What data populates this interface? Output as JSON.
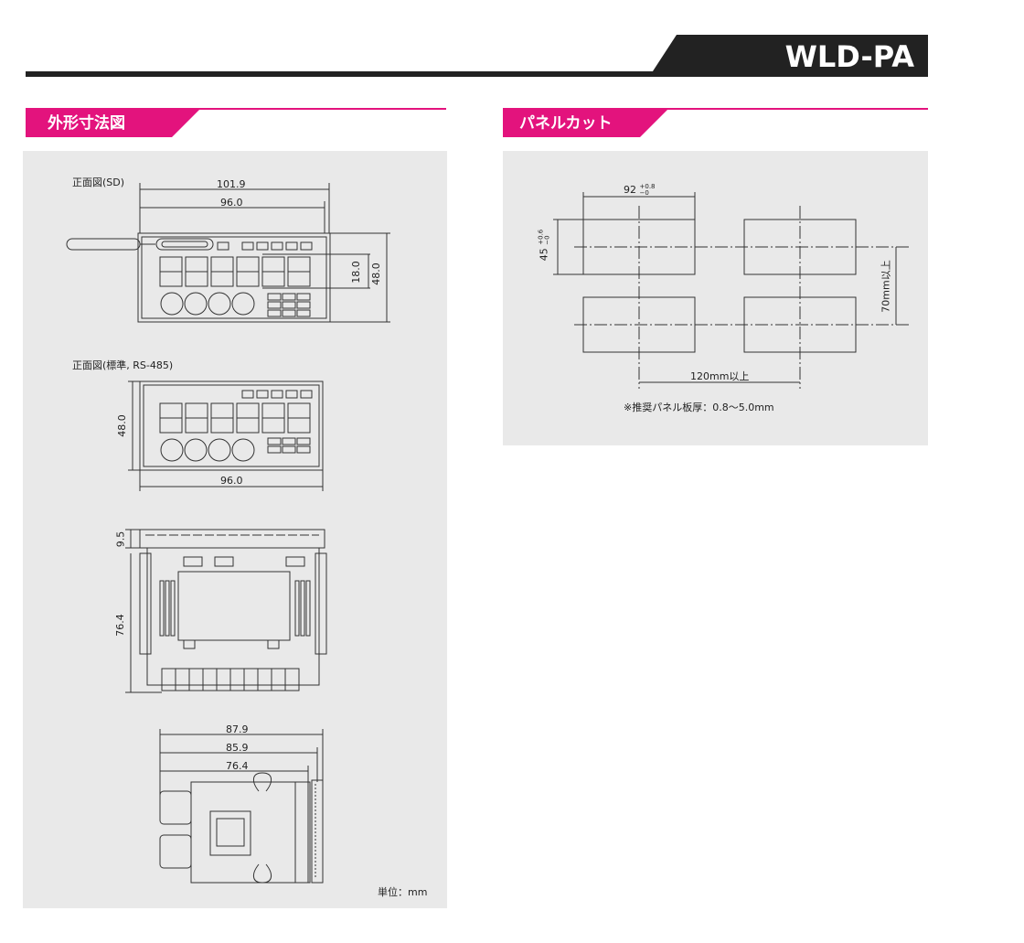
{
  "header": {
    "model": "WLD-PA"
  },
  "colors": {
    "accent": "#e3137d",
    "header_bg": "#222222",
    "panel_bg": "#e9e9e9"
  },
  "dimensions_section": {
    "title": "外形寸法図",
    "front_sd": {
      "label": "正面図(SD)",
      "width_outer": "101.9",
      "width": "96.0",
      "height_display": "18.0",
      "height": "48.0"
    },
    "front_std": {
      "label": "正面図(標準, RS-485)",
      "height": "48.0",
      "width": "96.0"
    },
    "top_view": {
      "dim_top": "9.5",
      "dim_height": "76.4"
    },
    "side_view": {
      "dim_1": "87.9",
      "dim_2": "85.9",
      "dim_3": "76.4"
    },
    "unit_note": "単位：mm"
  },
  "panelcut_section": {
    "title": "パネルカット",
    "width_label": "92",
    "width_tol_plus": "+0.8",
    "width_tol_minus": "−0",
    "height_label": "45",
    "height_tol_plus": "+0.6",
    "height_tol_minus": "−0",
    "vertical_spacing": "70mm以上",
    "horizontal_spacing": "120mm以上",
    "note": "※推奨パネル板厚：0.8〜5.0mm"
  }
}
